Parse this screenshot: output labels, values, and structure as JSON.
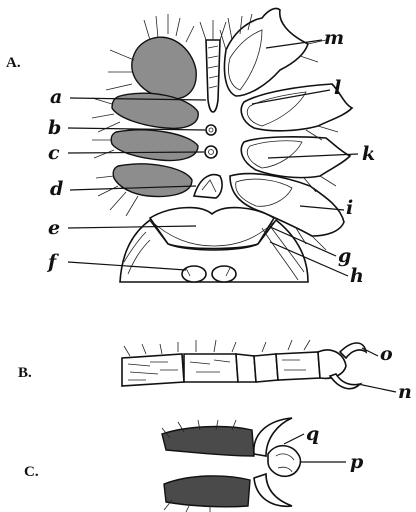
{
  "panels": {
    "A": "A.",
    "B": "B.",
    "C": "C."
  },
  "labels": {
    "a": "a",
    "b": "b",
    "c": "c",
    "d": "d",
    "e": "e",
    "f": "f",
    "g": "g",
    "h": "h",
    "i": "i",
    "k": "k",
    "l": "l",
    "m": "m",
    "n": "n",
    "o": "o",
    "p": "p",
    "q": "q"
  }
}
